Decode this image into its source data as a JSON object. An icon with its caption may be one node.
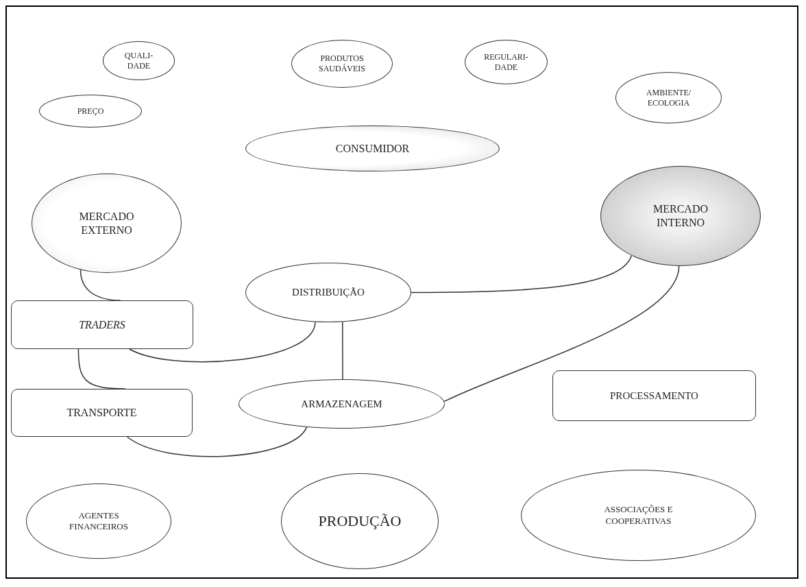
{
  "diagram": {
    "nodes": [
      {
        "text": [
          "QUALI- DADE"
        ]
      },
      {
        "text": [
          "PRODUTOS SAUDÁVEIS"
        ]
      },
      {
        "text": [
          "REGULARI- DADE"
        ]
      },
      {
        "text": [
          "PREÇO"
        ]
      },
      {
        "text": [
          "AMBIENTE/ ECOLOGIA"
        ]
      },
      {
        "text": [
          "CONSUMIDOR"
        ]
      },
      {
        "text": [
          "MERCADO EXTERNO"
        ]
      },
      {
        "text": [
          "MERCADO INTERNO"
        ]
      },
      {
        "text": [
          "DISTRIBUIÇÃO"
        ]
      },
      {
        "text": [
          "TRADERS"
        ]
      },
      {
        "text": [
          "TRANSPORTE"
        ]
      },
      {
        "text": [
          "ARMAZENAGEM"
        ]
      },
      {
        "text": [
          "PROCESSAMENTO"
        ]
      },
      {
        "text": [
          "AGENTES FINANCEIROS"
        ]
      },
      {
        "text": [
          "PRODUÇÃO"
        ]
      },
      {
        "text": [
          "ASSOCIAÇÕES E COOPERATIVAS"
        ]
      }
    ],
    "edges": [
      {
        "from": 6,
        "to": 9,
        "arrow": "none"
      },
      {
        "from": 9,
        "to": 8,
        "arrow": "none"
      },
      {
        "from": 8,
        "to": 11,
        "arrow": "none"
      },
      {
        "from": 8,
        "to": 7,
        "arrow": "none"
      },
      {
        "from": 9,
        "to": 10,
        "arrow": "none"
      },
      {
        "from": 10,
        "to": 11,
        "arrow": "none"
      },
      {
        "from": 11,
        "to": 7,
        "arrow": "none"
      }
    ]
  }
}
